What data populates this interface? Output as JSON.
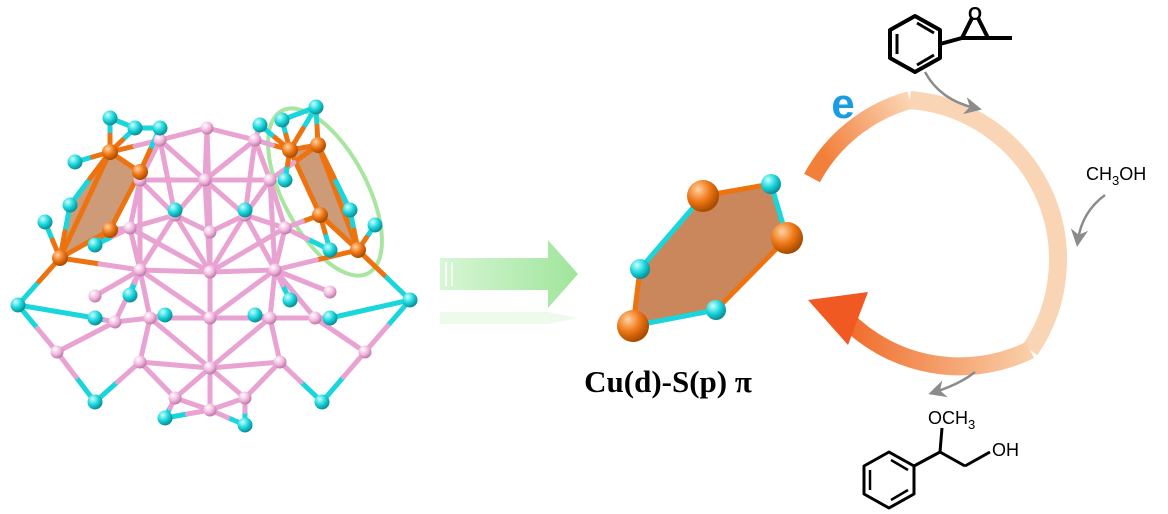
{
  "colors": {
    "cu": "#ed7311",
    "s": "#19d6dc",
    "ag": "#e8a3d2",
    "highlight": "#a8e6a0",
    "face": "#c9875b",
    "arrow_green": "#b2ebb0",
    "cycle_light": "#f7c9a0",
    "cycle_dark": "#f06a2a",
    "electron": "#1a9de0",
    "gray_arrow": "#8c8c8c"
  },
  "labels": {
    "motif": "Cu(d)-S(p) π",
    "electron": "e",
    "reagent": "CH3OH",
    "epoxide_o": "O",
    "product_ome": "OCH3",
    "product_oh": "OH"
  }
}
